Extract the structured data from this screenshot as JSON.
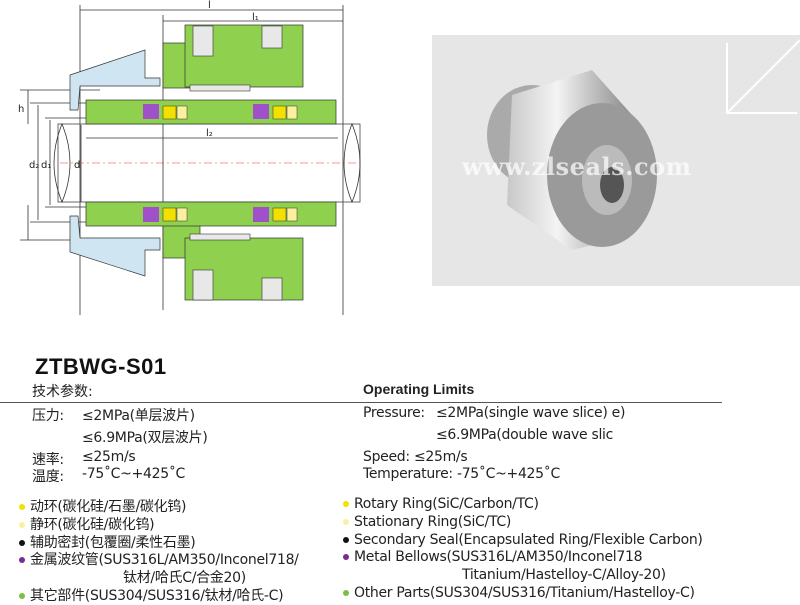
{
  "diagram": {
    "labels": {
      "l": "l",
      "l1": "l₁",
      "l2": "l₂",
      "h": "h",
      "d2": "d₂",
      "d1": "d₁",
      "d": "d"
    },
    "colors": {
      "body": "#8fd14f",
      "gland": "#cfe6f2",
      "spring": "#a050c8",
      "face": "#f2e000"
    }
  },
  "photo": {
    "watermark": "www.zlseals.com",
    "background": "#e6e6e6"
  },
  "model": "ZTBWG-S01",
  "cn": {
    "heading": "技术参数:",
    "pressure_label": "压力:",
    "pressure_1": "≤2MPa(单层波片)",
    "pressure_2": "≤6.9MPa(双层波片)",
    "speed_label": "速率:",
    "speed": "≤25m/s",
    "temp_label": "温度:",
    "temp": "-75˚C~+425˚C",
    "materials": [
      {
        "text": "动环(碳化硅/石墨/碳化钨)",
        "color": "#f5e000"
      },
      {
        "text": "静环(碳化硅/碳化钨)",
        "color": "#fbf0a0"
      },
      {
        "text": "辅助密封(包覆圈/柔性石墨)",
        "color": "#111111"
      },
      {
        "text": "金属波纹管(SUS316L/AM350/Inconel718/",
        "cont": "钛材/哈氏C/合金20)",
        "color": "#7a2a90"
      },
      {
        "text": "其它部件(SUS304/SUS316/钛材/哈氏-C)",
        "color": "#7ac043"
      }
    ]
  },
  "en": {
    "heading": "Operating Limits",
    "pressure_label": "Pressure:",
    "pressure_1": "≤2MPa(single wave slice)  e)",
    "pressure_2": "≤6.9MPa(double wave slic",
    "speed": "Speed:  ≤25m/s",
    "temp": "Temperature:  -75˚C~+425˚C",
    "materials": [
      {
        "text": "Rotary  Ring(SiC/Carbon/TC)",
        "color": "#f5e000"
      },
      {
        "text": "Stationary  Ring(SiC/TC)",
        "color": "#fbf0a0"
      },
      {
        "text": "Secondary  Seal(Encapsulated Ring/Flexible Carbon)",
        "color": "#111111"
      },
      {
        "text": "Metal  Bellows(SUS316L/AM350/Inconel718",
        "cont": "Titanium/Hastelloy-C/Alloy-20)",
        "color": "#7a2a90"
      },
      {
        "text": "Other  Parts(SUS304/SUS316/Titanium/Hastelloy-C)",
        "color": "#7ac043"
      }
    ]
  }
}
